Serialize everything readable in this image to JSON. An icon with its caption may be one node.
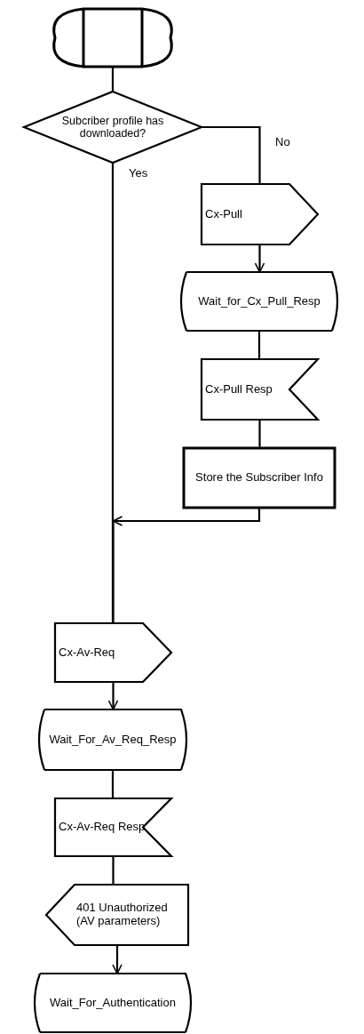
{
  "diagram": {
    "nodes": [
      {
        "text": [],
        "shape": "box"
      },
      {
        "text": [
          "Subcriber profile has downloaded?"
        ]
      },
      {
        "text": [
          "Cx-Pull"
        ]
      },
      {
        "text": [
          "Wait_for_Cx_Pull_Resp"
        ]
      },
      {
        "text": [
          "Cx-Pull Resp"
        ]
      },
      {
        "text": [
          "Store the Subscriber Info"
        ]
      },
      {
        "text": [
          "Cx-Av-Req"
        ]
      },
      {
        "text": [
          "Wait_For_Av_Req_Resp"
        ]
      },
      {
        "text": [
          "Cx-Av-Req Resp"
        ]
      },
      {
        "text": [
          "401 Unauthorized (AV parameters)"
        ]
      },
      {
        "text": [
          "Wait_For_Authentication"
        ]
      }
    ],
    "edges": [
      {
        "from": 0,
        "to": 1,
        "arrow": "none"
      },
      {
        "from": 1,
        "to": 2,
        "arrow": "none",
        "label": "No"
      },
      {
        "from": 2,
        "to": 3,
        "arrow": "to"
      },
      {
        "from": 3,
        "to": 4,
        "arrow": "none"
      },
      {
        "from": 4,
        "to": 5,
        "arrow": "none"
      },
      {
        "from": 5,
        "to": 6,
        "arrow": "to"
      },
      {
        "from": 1,
        "to": 6,
        "arrow": "none",
        "label": "Yes"
      },
      {
        "from": 6,
        "to": 7,
        "arrow": "to"
      },
      {
        "from": 7,
        "to": 8,
        "arrow": "none"
      },
      {
        "from": 8,
        "to": 9,
        "arrow": "none"
      },
      {
        "from": 9,
        "to": 10,
        "arrow": "to"
      }
    ]
  }
}
